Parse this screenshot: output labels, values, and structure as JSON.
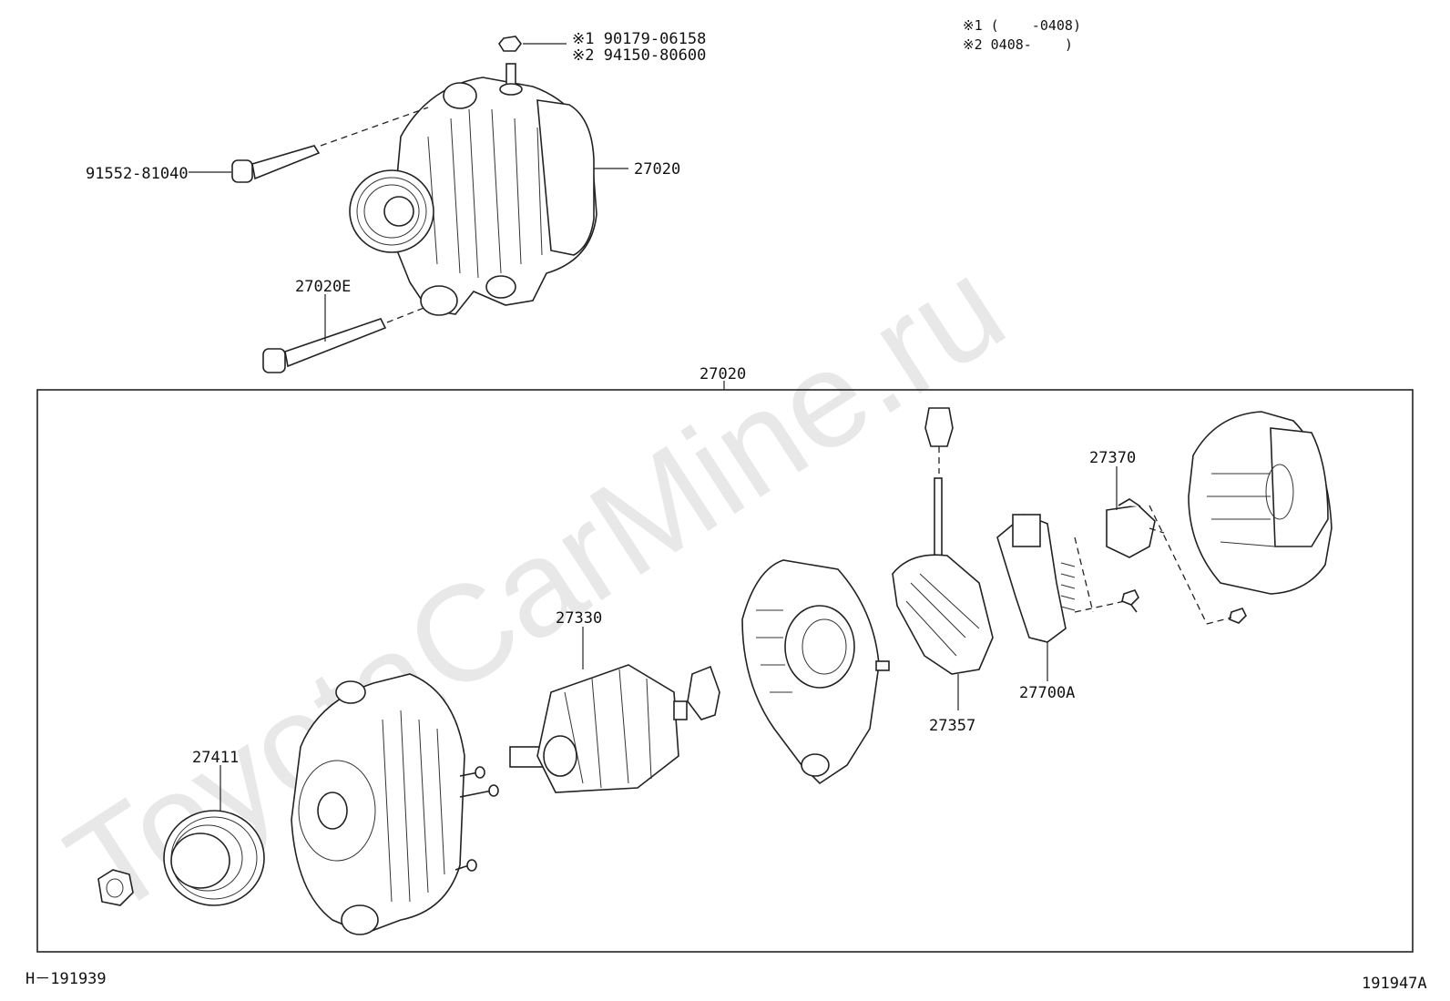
{
  "watermark": "ToyotaCarMine.ru",
  "notes": {
    "note1": "※1 (    -0408)",
    "note2": "※2 0408-    )"
  },
  "callouts": {
    "nut_a": "※1 90179-06158",
    "nut_b": "※2 94150-80600",
    "bolt_upper": "91552-81040",
    "alt_assy": "27020",
    "bolt_lower": "27020E",
    "box_assy": "27020",
    "pulley": "27411",
    "rotor": "27330",
    "rectifier": "27357",
    "brush_holder": "27370",
    "regulator": "27700A"
  },
  "footer": {
    "left": "H－191939",
    "right": "191947A"
  }
}
